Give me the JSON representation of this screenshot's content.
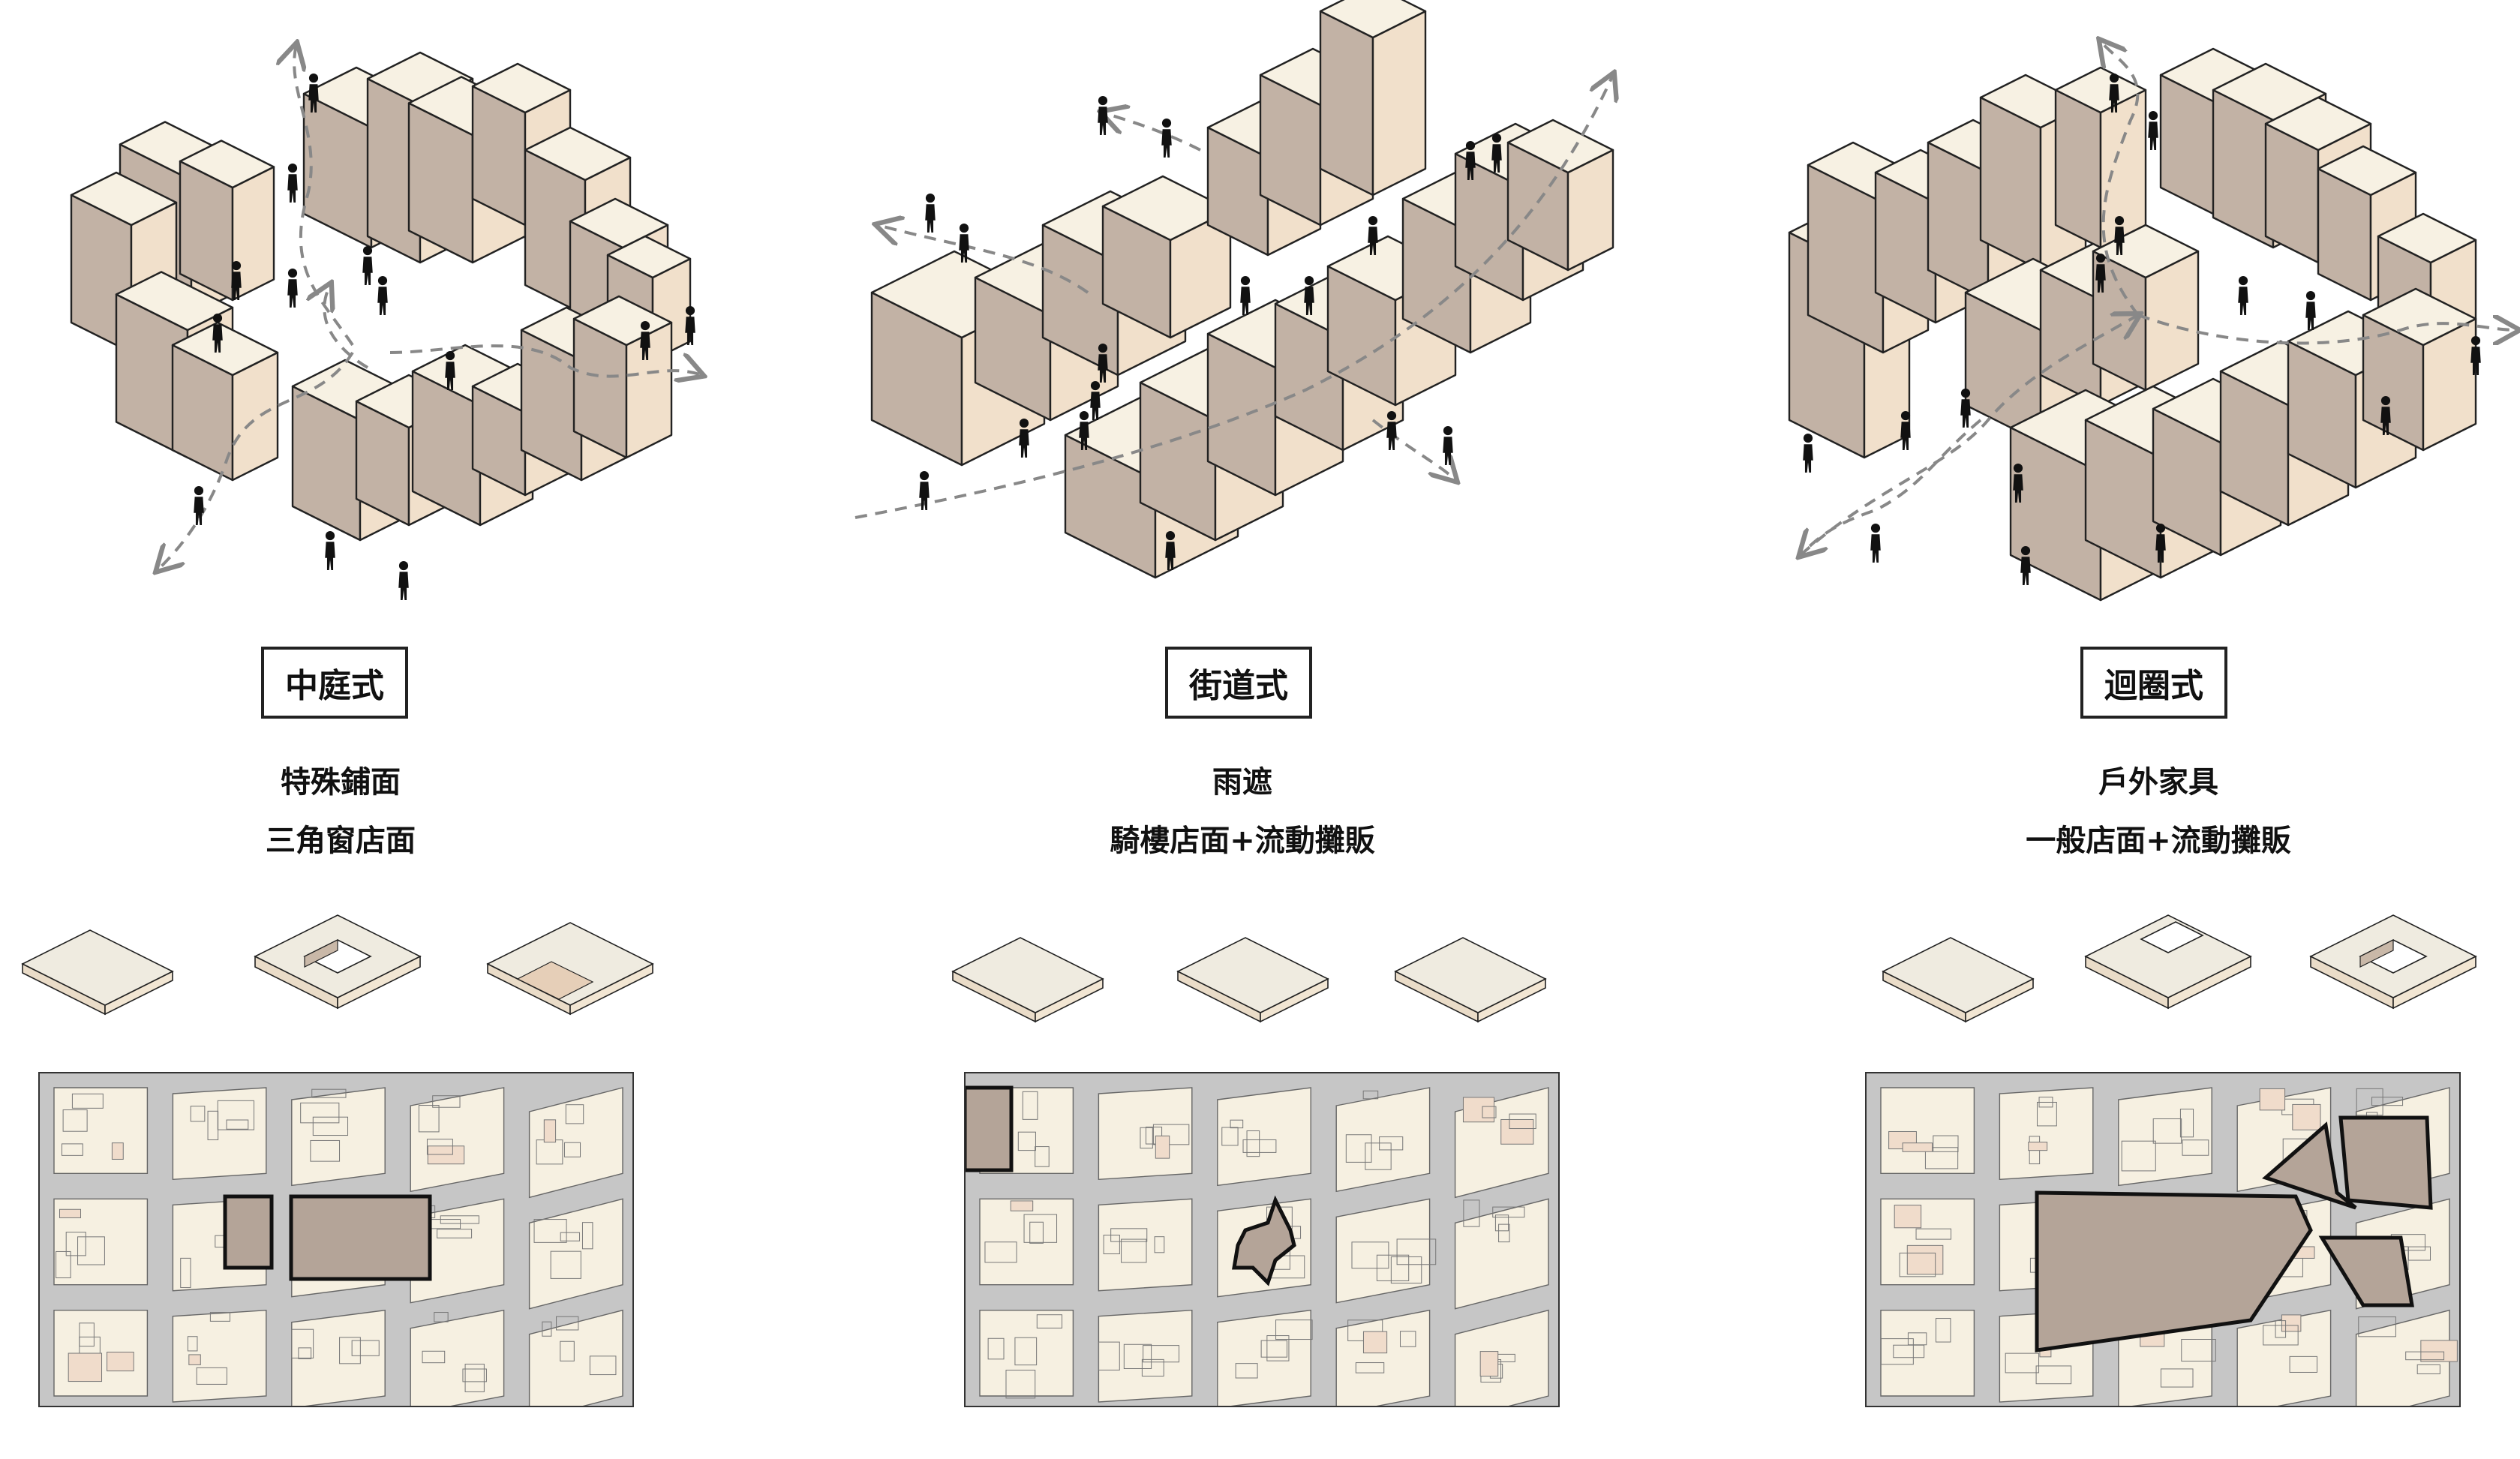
{
  "panels": [
    {
      "title": "中庭式",
      "line1": "特殊鋪面",
      "line2": "三角窗店面"
    },
    {
      "title": "街道式",
      "line1": "雨遮",
      "line2": "騎樓店面+流動攤販"
    },
    {
      "title": "迴圈式",
      "line1": "戶外家具",
      "line2": "一般店面+流動攤販"
    }
  ],
  "colors": {
    "top": "#f7f1e3",
    "left": "#c2b2a5",
    "right": "#f1e0cb",
    "stroke": "#222222",
    "plaza": "#b4a498",
    "road": "#c6c6c6",
    "lot": "#f6f0e1",
    "dash": "#888888",
    "person": "#111111"
  }
}
